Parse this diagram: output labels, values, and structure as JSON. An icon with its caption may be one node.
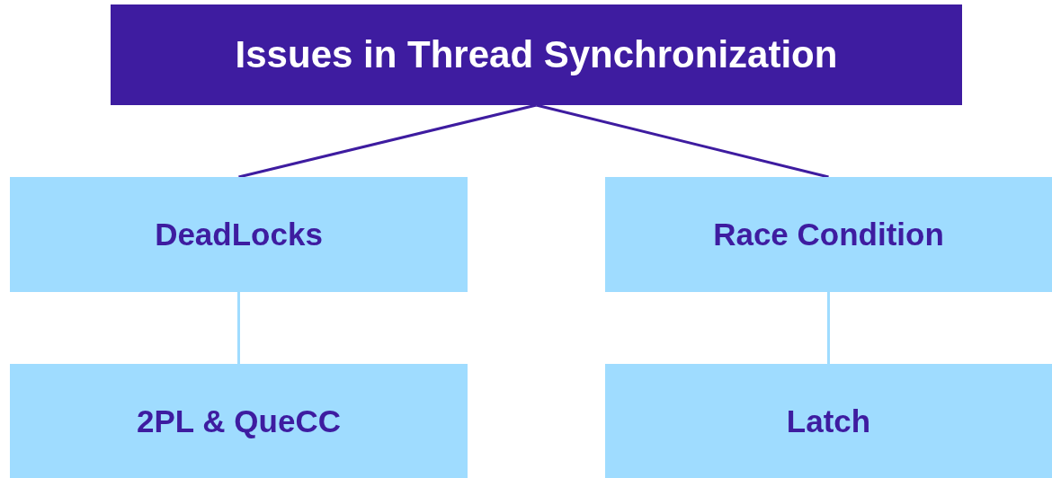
{
  "diagram": {
    "nodes": [
      {
        "text": [
          "Issues in Thread Synchronization"
        ]
      },
      {
        "text": [
          "DeadLocks"
        ]
      },
      {
        "text": [
          "Race Condition"
        ]
      },
      {
        "text": [
          "2PL & QueCC"
        ]
      },
      {
        "text": [
          "Latch"
        ]
      }
    ],
    "edges": [
      {
        "from": 0,
        "to": 1,
        "arrow": "none"
      },
      {
        "from": 0,
        "to": 2,
        "arrow": "none"
      },
      {
        "from": 1,
        "to": 3,
        "arrow": "none",
        "color": "#9fdcff"
      },
      {
        "from": 2,
        "to": 4,
        "arrow": "none",
        "color": "#9fdcff"
      }
    ]
  }
}
